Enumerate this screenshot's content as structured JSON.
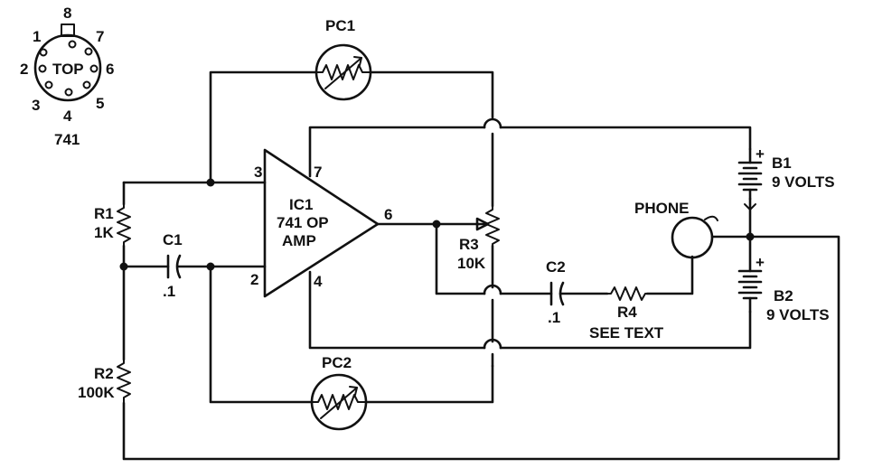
{
  "pinout": {
    "pins": [
      "1",
      "2",
      "3",
      "4",
      "5",
      "6",
      "7",
      "8"
    ],
    "center": "TOP",
    "part": "741"
  },
  "components": {
    "pc1": "PC1",
    "pc2": "PC2",
    "ic1": {
      "name": "IC1",
      "type": "741 OP",
      "sub": "AMP"
    },
    "ic_pins": {
      "p3": "3",
      "p7": "7",
      "p6": "6",
      "p2": "2",
      "p4": "4"
    },
    "r1": {
      "name": "R1",
      "value": "1K"
    },
    "r2": {
      "name": "R2",
      "value": "100K"
    },
    "c1": {
      "name": "C1",
      "value": ".1"
    },
    "r3": {
      "name": "R3",
      "value": "10K"
    },
    "c2": {
      "name": "C2",
      "value": ".1"
    },
    "r4": {
      "name": "R4",
      "value": "SEE TEXT"
    },
    "phone": "PHONE",
    "b1": {
      "name": "B1",
      "value": "9 VOLTS"
    },
    "b2": {
      "name": "B2",
      "value": "9 VOLTS"
    }
  }
}
